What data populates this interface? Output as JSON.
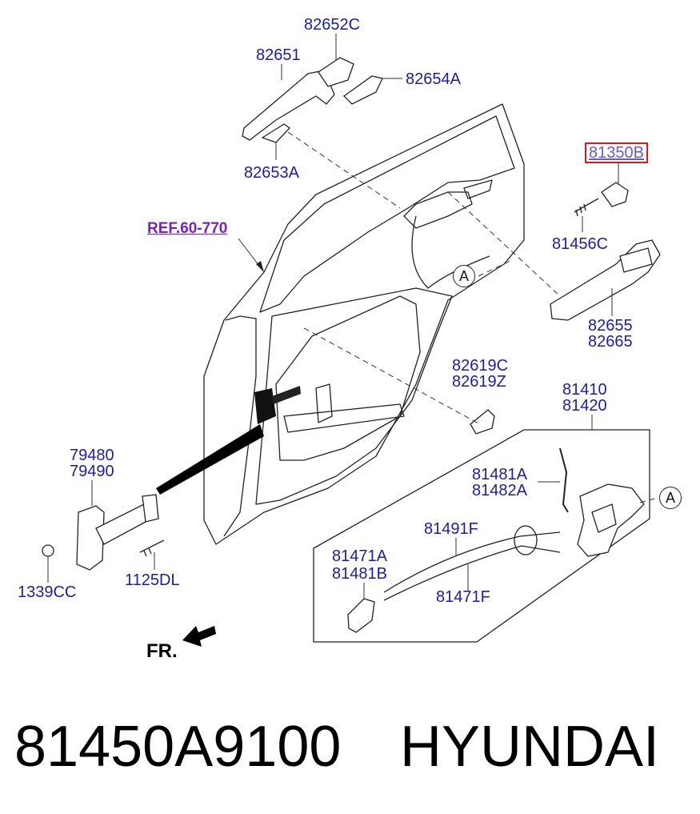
{
  "labels": {
    "p82652c": "82652C",
    "p82651": "82651",
    "p82654a": "82654A",
    "p82653a": "82653A",
    "ref": "REF.60-770",
    "p81350b": "81350B",
    "p81456c": "81456C",
    "p82655": "82655",
    "p82665": "82665",
    "p82619c": "82619C",
    "p82619z": "82619Z",
    "p81410": "81410",
    "p81420": "81420",
    "p81481a": "81481A",
    "p81482a": "81482A",
    "p81491f": "81491F",
    "p81471a": "81471A",
    "p81481b": "81481B",
    "p81471f": "81471F",
    "p79480": "79480",
    "p79490": "79490",
    "p1339cc": "1339CC",
    "p1125dl": "1125DL",
    "mark_a": "A",
    "fr": "FR."
  },
  "caption": {
    "part_number": "81450A9100",
    "brand": "HYUNDAI"
  },
  "colors": {
    "label": "#1c1ca8",
    "ref": "#7a1fc2",
    "highlight_border": "#e0141c"
  }
}
